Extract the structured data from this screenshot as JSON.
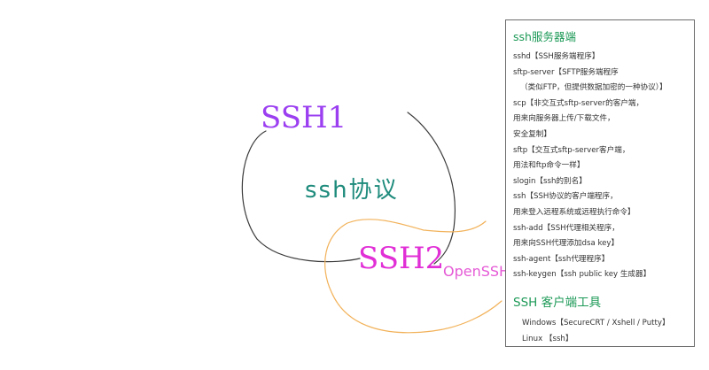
{
  "labels": {
    "ssh1": "SSH1",
    "ssh2": "SSH2",
    "protocol": "ssh协议",
    "openssh": "OpenSSH"
  },
  "server": {
    "heading": "ssh服务器端",
    "lines": [
      "sshd【SSH服务端程序】",
      "sftp-server【SFTP服务端程序",
      "（类似FTP，但提供数据加密的一种协议）】",
      "scp【非交互式sftp-server的客户端，",
      "用来向服务器上传/下载文件，",
      "安全复制】",
      "sftp【交互式sftp-server客户端，",
      "用法和ftp命令一样】",
      "slogin【ssh的别名】",
      "ssh【SSH协议的客户端程序，",
      "用来登入远程系统或远程执行命令】",
      "ssh-add【SSH代理相关程序，",
      "用来向SSH代理添加dsa   key】",
      "ssh-agent【ssh代理程序】",
      "ssh-keygen【ssh public key 生成器】"
    ]
  },
  "client": {
    "heading": "SSH 客户端工具",
    "lines": [
      "Windows【SecureCRT / Xshell / Putty】",
      "Linux  【ssh】"
    ]
  },
  "colors": {
    "ssh1": "#9b3ff1",
    "ssh2": "#e12fd6",
    "protocol": "#1e8b7c",
    "openssh": "#e55ad6",
    "black_curve": "#3a3a3a",
    "orange_curve": "#f2b25a",
    "heading_green": "#1e9a58"
  }
}
